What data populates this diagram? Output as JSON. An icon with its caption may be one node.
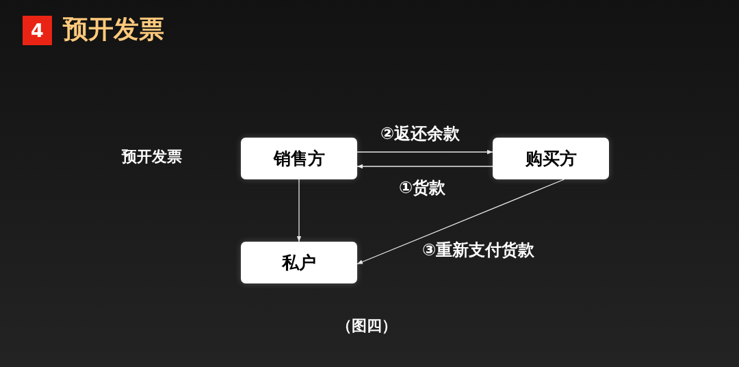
{
  "diagram": {
    "title": "预开发票",
    "caption": "（图四）",
    "nodes": [
      {
        "text": [
          "销售方"
        ]
      },
      {
        "text": [
          "购买方"
        ]
      },
      {
        "text": [
          "私户"
        ]
      }
    ],
    "edges": [
      {
        "from": 0,
        "to": 1,
        "arrow": "to",
        "label": "②返还余款"
      },
      {
        "from": 1,
        "to": 0,
        "arrow": "to",
        "label": "①货款"
      },
      {
        "from": 0,
        "to": 2,
        "arrow": "to"
      },
      {
        "from": 1,
        "to": 2,
        "arrow": "to",
        "label": "③重新支付货款"
      }
    ],
    "labels": [
      "4",
      "预开发票"
    ]
  }
}
